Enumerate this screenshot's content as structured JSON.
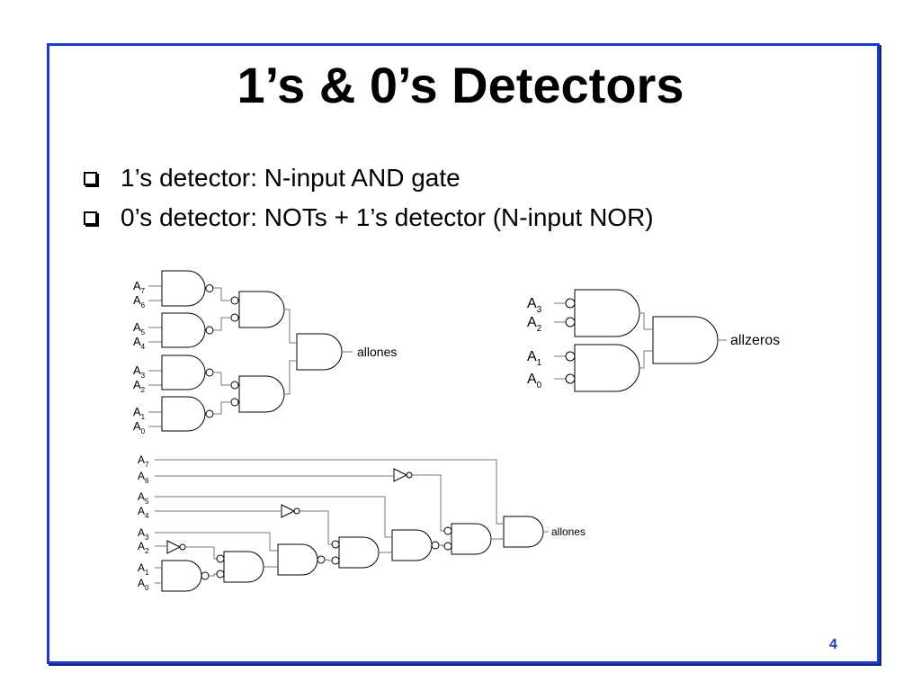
{
  "slide": {
    "title": "1’s & 0’s Detectors",
    "bullets": [
      "1’s detector: N-input AND gate",
      "0’s detector: NOTs + 1’s detector (N-input NOR)"
    ],
    "page_number": "4"
  },
  "diagrams": {
    "tree_ones": {
      "inputs": [
        {
          "letter": "A",
          "sub": "7"
        },
        {
          "letter": "A",
          "sub": "6"
        },
        {
          "letter": "A",
          "sub": "5"
        },
        {
          "letter": "A",
          "sub": "4"
        },
        {
          "letter": "A",
          "sub": "3"
        },
        {
          "letter": "A",
          "sub": "2"
        },
        {
          "letter": "A",
          "sub": "1"
        },
        {
          "letter": "A",
          "sub": "0"
        }
      ],
      "output": "allones"
    },
    "zeros": {
      "inputs": [
        {
          "letter": "A",
          "sub": "3"
        },
        {
          "letter": "A",
          "sub": "2"
        },
        {
          "letter": "A",
          "sub": "1"
        },
        {
          "letter": "A",
          "sub": "0"
        }
      ],
      "output": "allzeros"
    },
    "chain_ones": {
      "inputs": [
        {
          "letter": "A",
          "sub": "7"
        },
        {
          "letter": "A",
          "sub": "6"
        },
        {
          "letter": "A",
          "sub": "5"
        },
        {
          "letter": "A",
          "sub": "4"
        },
        {
          "letter": "A",
          "sub": "3"
        },
        {
          "letter": "A",
          "sub": "2"
        },
        {
          "letter": "A",
          "sub": "1"
        },
        {
          "letter": "A",
          "sub": "0"
        }
      ],
      "output": "allones"
    }
  }
}
